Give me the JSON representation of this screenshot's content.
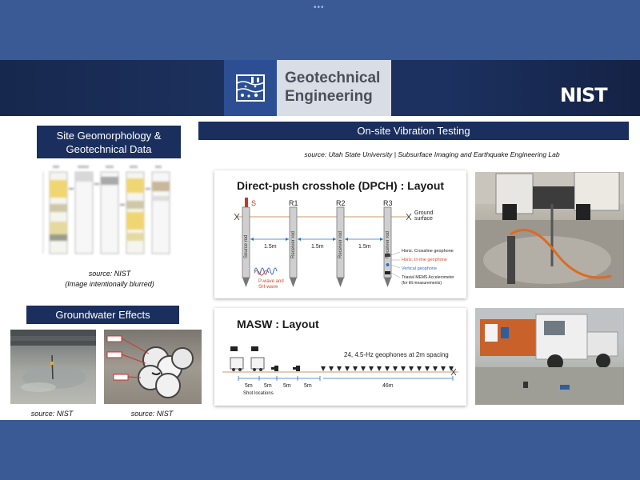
{
  "header": {
    "title_line1": "Geotechnical",
    "title_line2": "Engineering",
    "logo_text": "NIST"
  },
  "left": {
    "geomorph_title_line1": "Site Geomorphology &",
    "geomorph_title_line2": "Geotechnical Data",
    "boring_source": "source:  NIST",
    "boring_note": "(Image intentionally blurred)",
    "groundwater_title": "Groundwater Effects",
    "gw_source_1": "source:  NIST",
    "gw_source_2": "source:  NIST"
  },
  "right": {
    "vibration_title": "On-site Vibration Testing",
    "vibration_source": "source:  Utah State University | Subsurface Imaging and Earthquake Engineering Lab"
  },
  "dpch": {
    "title": "Direct-push crosshole (DPCH) : Layout",
    "rod_s": "S",
    "rod_r1": "R1",
    "rod_r2": "R2",
    "rod_r3": "R3",
    "ground_surface": "Ground surface",
    "spacing_1": "1.5m",
    "spacing_2": "1.5m",
    "spacing_3": "1.5m",
    "rod_text_source": "Source rod",
    "rod_text_receiver_1": "Receiver rod",
    "rod_text_receiver_2": "Receiver rod",
    "rod_text_receiver_3": "Receiver rod",
    "wave_label": "P-wave and SH-wave",
    "legend_horiz_crossline": "Horiz. Crossline geophone",
    "legend_horiz_inline": "Horiz. In-line geophone",
    "legend_vertical": "Vertical geophone",
    "legend_triaxial_1": "Triaxial MEMS Accelerometer",
    "legend_triaxial_2": "(for tilt measurements)",
    "colors": {
      "red": "#d84a2a",
      "blue": "#2a6fd8",
      "rod": "#c9c9c9"
    }
  },
  "masw": {
    "title": "MASW : Layout",
    "geophones_label": "24, 4.5-Hz geophones at 2m spacing",
    "spacing_1": "5m",
    "spacing_2": "5m",
    "spacing_3": "5m",
    "spacing_4": "5m",
    "spacing_total": "46m",
    "shot_locations": "Shot locations"
  }
}
